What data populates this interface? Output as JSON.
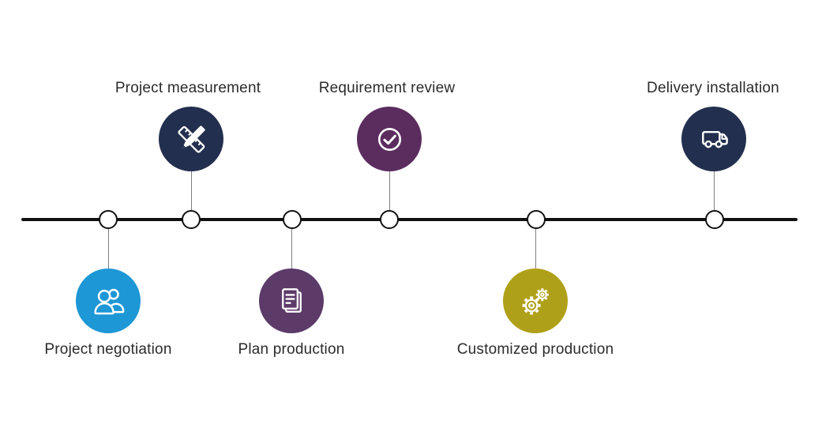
{
  "diagram": {
    "title": "process-timeline",
    "background": "#ffffff",
    "line_color": "#111111",
    "node_fill": "#ffffff",
    "node_border": "#111111",
    "connector_color": "#7f7f7f",
    "label_color": "#2b2b2b",
    "icon_color": "#ffffff",
    "steps": [
      {
        "label": "Project negotiation",
        "icon": "people-icon",
        "color": "#1D97D5",
        "position": "below"
      },
      {
        "label": "Project measurement",
        "icon": "ruler-pencil-icon",
        "color": "#232F4E",
        "position": "above"
      },
      {
        "label": "Plan production",
        "icon": "document-icon",
        "color": "#5C3B69",
        "position": "below"
      },
      {
        "label": "Requirement review",
        "icon": "check-circle-icon",
        "color": "#5B2D5F",
        "position": "above"
      },
      {
        "label": "Customized production",
        "icon": "gears-icon",
        "color": "#AFA019",
        "position": "below"
      },
      {
        "label": "Delivery installation",
        "icon": "truck-icon",
        "color": "#232F4E",
        "position": "above"
      }
    ]
  }
}
